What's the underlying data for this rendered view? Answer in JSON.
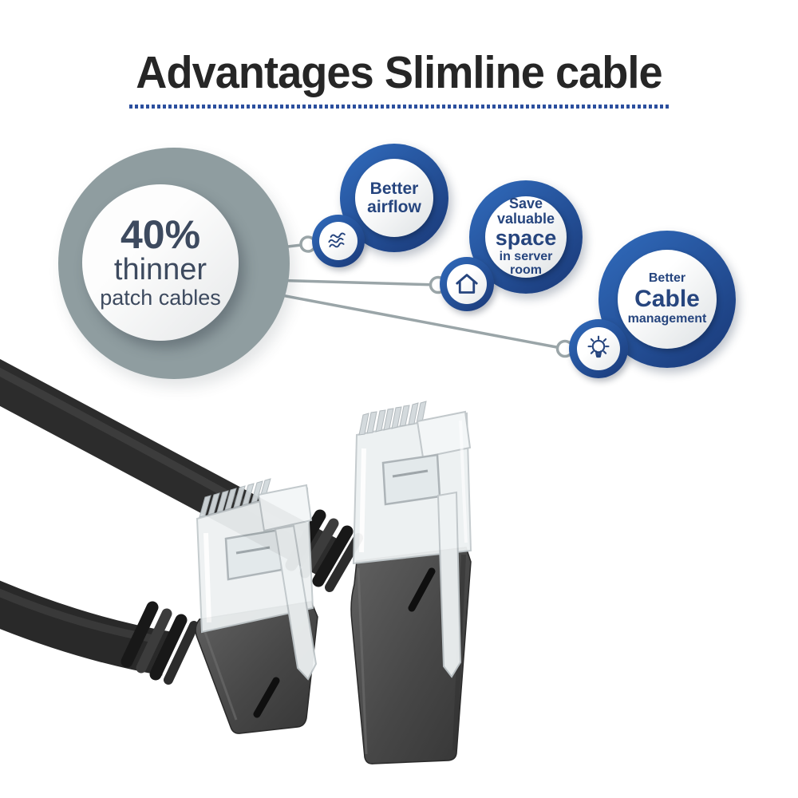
{
  "title": "Advantages Slimline cable",
  "stat_circle": {
    "value": "40%",
    "line2": "thinner",
    "line3": "patch cables"
  },
  "benefits": [
    {
      "icon": "waves-icon",
      "lines": [
        "Better",
        "airflow"
      ]
    },
    {
      "icon": "house-icon",
      "lines": [
        "Save",
        "valuable",
        "space",
        "in server",
        "room"
      ]
    },
    {
      "icon": "lightbulb-icon",
      "lines": [
        "Better",
        "Cable",
        "management"
      ]
    }
  ],
  "colors": {
    "title_underline": "#2b4f9e",
    "ring_blue_light": "#2f68b8",
    "ring_blue_dark": "#1b3c7c",
    "benefit_text": "#26457e",
    "stat_ring": "#8f9da0",
    "stat_text": "#3d4a5f",
    "connector_line": "#9aa5a8"
  }
}
